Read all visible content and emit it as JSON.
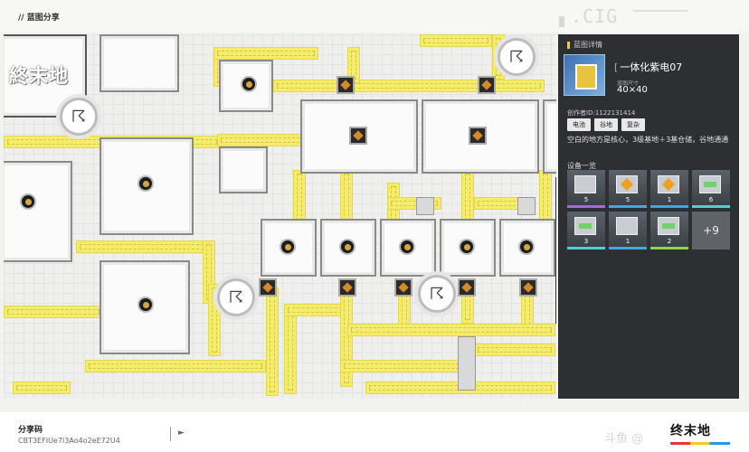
{
  "header": {
    "breadcrumb": "// 蓝图分享",
    "deco": "▖.CIG"
  },
  "logo": {
    "text": "終末地"
  },
  "panel": {
    "title": "蓝图详情",
    "name": "一体化紫电07",
    "size_label": "蓝图尺寸",
    "size_value": "40×40",
    "author": "创作者ID:1122131414",
    "tags": [
      "电池",
      "谷地",
      "复杂"
    ],
    "description": "空白的地方是核心，3级基地＋3基仓储，谷地通通",
    "devices_title": "设备一览",
    "devices": [
      {
        "icon": "refinery-icon",
        "count": "5",
        "rarity": "purple"
      },
      {
        "icon": "crusher-icon",
        "count": "5",
        "rarity": "blue"
      },
      {
        "icon": "splitter-icon",
        "count": "1",
        "rarity": "blue"
      },
      {
        "icon": "storage-icon",
        "count": "6",
        "rarity": "teal"
      },
      {
        "icon": "assembler-icon",
        "count": "3",
        "rarity": "teal"
      },
      {
        "icon": "mixer-icon",
        "count": "1",
        "rarity": "blue"
      },
      {
        "icon": "pump-icon",
        "count": "2",
        "rarity": "green"
      }
    ],
    "more": "+9"
  },
  "bottom": {
    "share_code_label": "分享码",
    "share_code": "CBT3EFIUe7I3Ao4o2eE72U4",
    "watermark": "斗鱼 @",
    "brand": "终末地"
  }
}
